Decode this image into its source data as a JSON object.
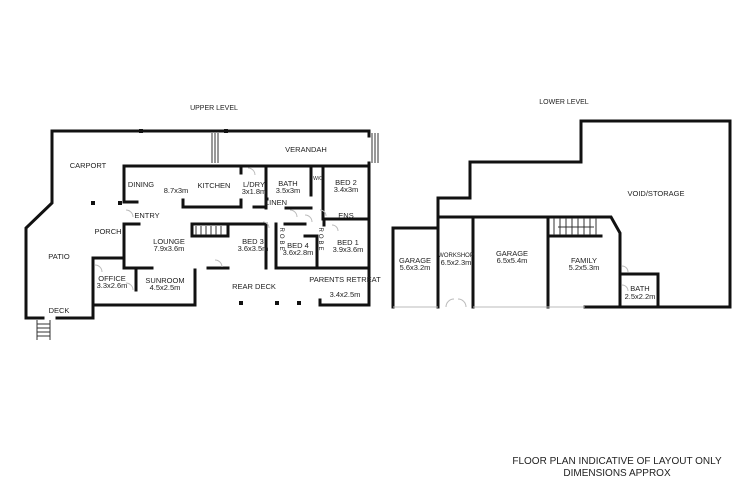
{
  "upper_level": {
    "title": "UPPER LEVEL",
    "rooms": [
      {
        "name": "CARPORT",
        "dims": ""
      },
      {
        "name": "VERANDAH",
        "dims": ""
      },
      {
        "name": "DINING",
        "dims": "8.7x3m"
      },
      {
        "name": "KITCHEN",
        "dims": ""
      },
      {
        "name": "L/DRY",
        "dims": "3x1.8m"
      },
      {
        "name": "BATH",
        "dims": "3.5x3m"
      },
      {
        "name": "W/C",
        "dims": ""
      },
      {
        "name": "BED 2",
        "dims": "3.4x3m"
      },
      {
        "name": "LINEN",
        "dims": ""
      },
      {
        "name": "ENTRY",
        "dims": ""
      },
      {
        "name": "ENS",
        "dims": ""
      },
      {
        "name": "PORCH",
        "dims": ""
      },
      {
        "name": "LOUNGE",
        "dims": "7.9x3.6m"
      },
      {
        "name": "BED 3",
        "dims": "3.6x3.5m"
      },
      {
        "name": "BED 4",
        "dims": "3.6x2.8m"
      },
      {
        "name": "BED 1",
        "dims": "3.9x3.6m"
      },
      {
        "name": "ROBE",
        "dims": ""
      },
      {
        "name": "ROBE",
        "dims": ""
      },
      {
        "name": "PATIO",
        "dims": ""
      },
      {
        "name": "OFFICE",
        "dims": "3.3x2.6m"
      },
      {
        "name": "SUNROOM",
        "dims": "4.5x2.5m"
      },
      {
        "name": "REAR DECK",
        "dims": ""
      },
      {
        "name": "PARENTS RETREAT",
        "dims": "3.4x2.5m"
      },
      {
        "name": "DECK",
        "dims": ""
      }
    ]
  },
  "lower_level": {
    "title": "LOWER LEVEL",
    "rooms": [
      {
        "name": "VOID/STORAGE",
        "dims": ""
      },
      {
        "name": "GARAGE",
        "dims": "5.6x3.2m"
      },
      {
        "name": "WORKSHOP",
        "dims": "6.5x2.3m"
      },
      {
        "name": "GARAGE",
        "dims": "6.5x5.4m"
      },
      {
        "name": "FAMILY",
        "dims": "5.2x5.3m"
      },
      {
        "name": "BATH",
        "dims": "2.5x2.2m"
      }
    ]
  },
  "disclaimer": {
    "line1": "FLOOR PLAN INDICATIVE OF LAYOUT ONLY",
    "line2": "DIMENSIONS APPROX"
  }
}
